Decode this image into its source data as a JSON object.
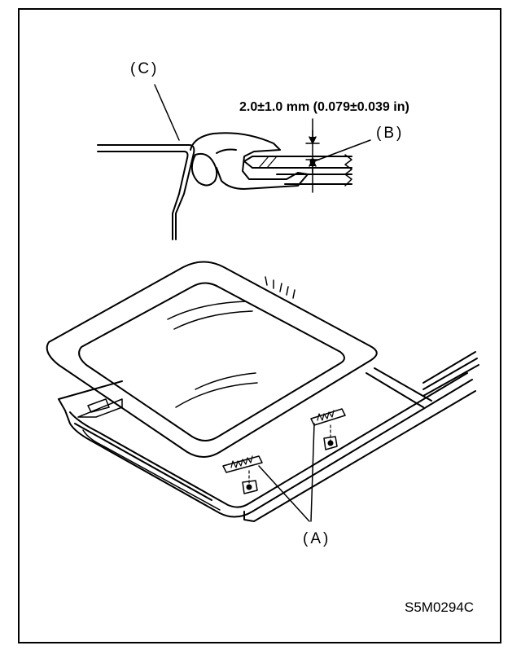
{
  "labels": {
    "c": "(C)",
    "dimension": "2.0±1.0 mm (0.079±0.039 in)",
    "b": "(B)",
    "a": "(A)",
    "figure_code": "S5M0294C"
  },
  "icons": [
    "weatherstrip-section-drawing",
    "sunroof-glass-drawing",
    "clip-icon"
  ]
}
